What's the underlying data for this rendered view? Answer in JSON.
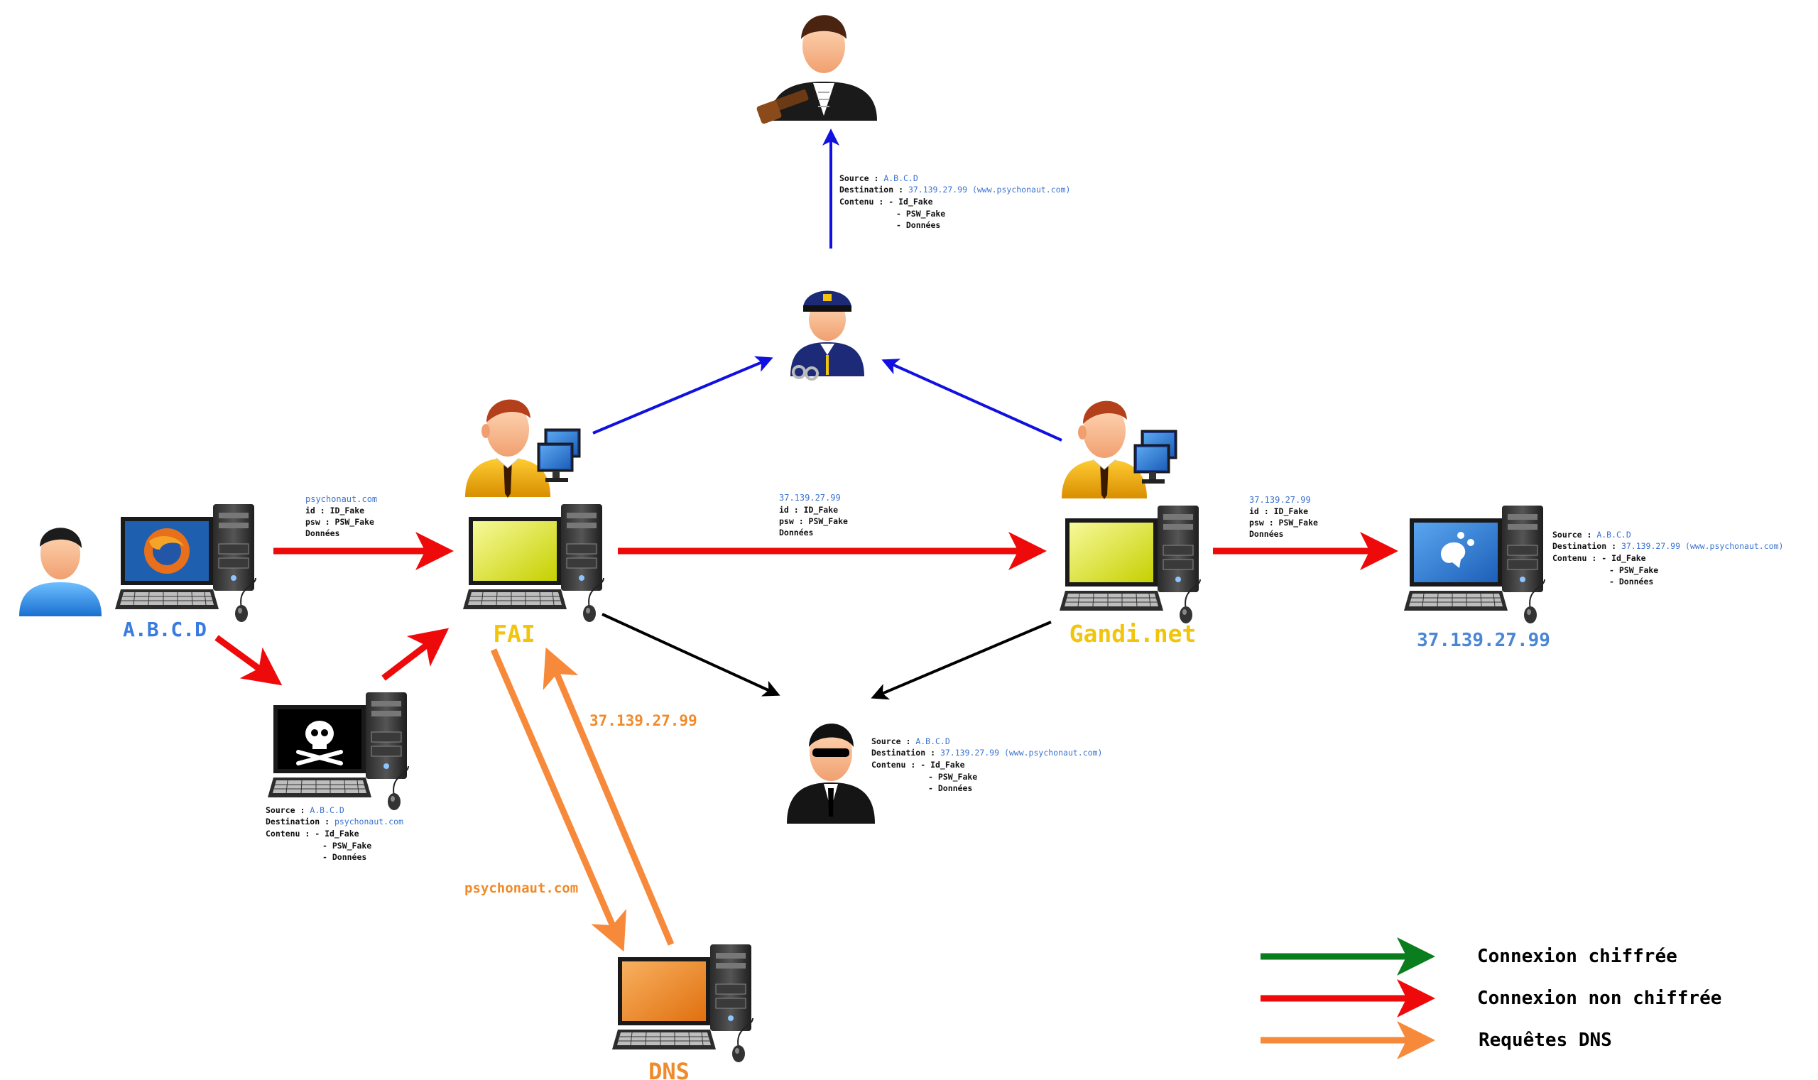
{
  "nodes": {
    "user": {
      "label": "A.B.C.D",
      "color": "#3a7be0"
    },
    "fai": {
      "label": "FAI",
      "color": "#f2c40c"
    },
    "gandi": {
      "label": "Gandi.net",
      "color": "#f2c40c"
    },
    "server": {
      "label": "37.139.27.99",
      "color": "#4a86d6"
    },
    "dns": {
      "label": "DNS",
      "color": "#f08a2a"
    }
  },
  "packets": {
    "user_to_fai": {
      "dest": "psychonaut.com",
      "id": "id : ID_Fake",
      "psw": "psw : PSW_Fake",
      "data": "Données"
    },
    "fai_to_gandi": {
      "dest": "37.139.27.99",
      "id": "id : ID_Fake",
      "psw": "psw : PSW_Fake",
      "data": "Données"
    },
    "gandi_to_server": {
      "dest": "37.139.27.99",
      "id": "id : ID_Fake",
      "psw": "psw : PSW_Fake",
      "data": "Données"
    }
  },
  "intercepts": {
    "judge": {
      "source_label": "Source : ",
      "source": "A.B.C.D",
      "dest_label": "Destination : ",
      "dest": "37.139.27.99 (www.psychonaut.com)",
      "content_label": "Contenu : - Id_Fake",
      "psw": "- PSW_Fake",
      "data": "- Données"
    },
    "server": {
      "source_label": "Source : ",
      "source": "A.B.C.D",
      "dest_label": "Destination : ",
      "dest": "37.139.27.99 (www.psychonaut.com)",
      "content_label": "Contenu : - Id_Fake",
      "psw": "- PSW_Fake",
      "data": "- Données"
    },
    "spy": {
      "source_label": "Source : ",
      "source": "A.B.C.D",
      "dest_label": "Destination : ",
      "dest": "37.139.27.99 (www.psychonaut.com)",
      "content_label": "Contenu : - Id_Fake",
      "psw": "- PSW_Fake",
      "data": "- Données"
    },
    "hacker": {
      "source_label": "Source : ",
      "source": "A.B.C.D",
      "dest_label": "Destination : ",
      "dest": "psychonaut.com",
      "content_label": "Contenu : - Id_Fake",
      "psw": "- PSW_Fake",
      "data": "- Données"
    }
  },
  "dns": {
    "request": "psychonaut.com",
    "response": "37.139.27.99"
  },
  "legend": [
    {
      "label": "Connexion chiffrée",
      "color": "#0a7d1e"
    },
    {
      "label": "Connexion non chiffrée",
      "color": "#ee0a0a"
    },
    {
      "label": "Requêtes DNS",
      "color": "#f7893a"
    }
  ],
  "colors": {
    "unencrypted": "#ee0a0a",
    "surveillance": "#1010e0",
    "leak": "#000000",
    "dns": "#f7893a"
  }
}
